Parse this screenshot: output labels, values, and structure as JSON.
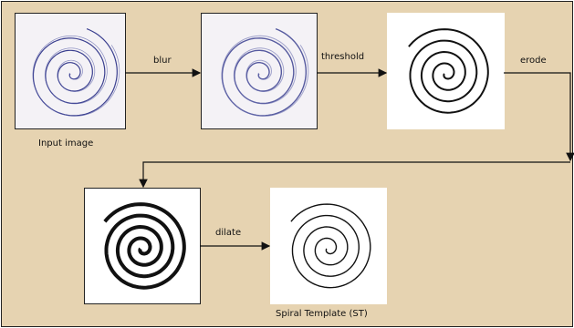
{
  "labels": {
    "input_image": "Input image",
    "spiral_template": "Spiral Template (ST)"
  },
  "steps": {
    "blur": "blur",
    "threshold": "threshold",
    "erode": "erode",
    "dilate": "dilate"
  },
  "colors": {
    "background": "#e6d3b1",
    "hand_drawn_stroke": "#3a3f8f",
    "stroke": "#111111"
  }
}
